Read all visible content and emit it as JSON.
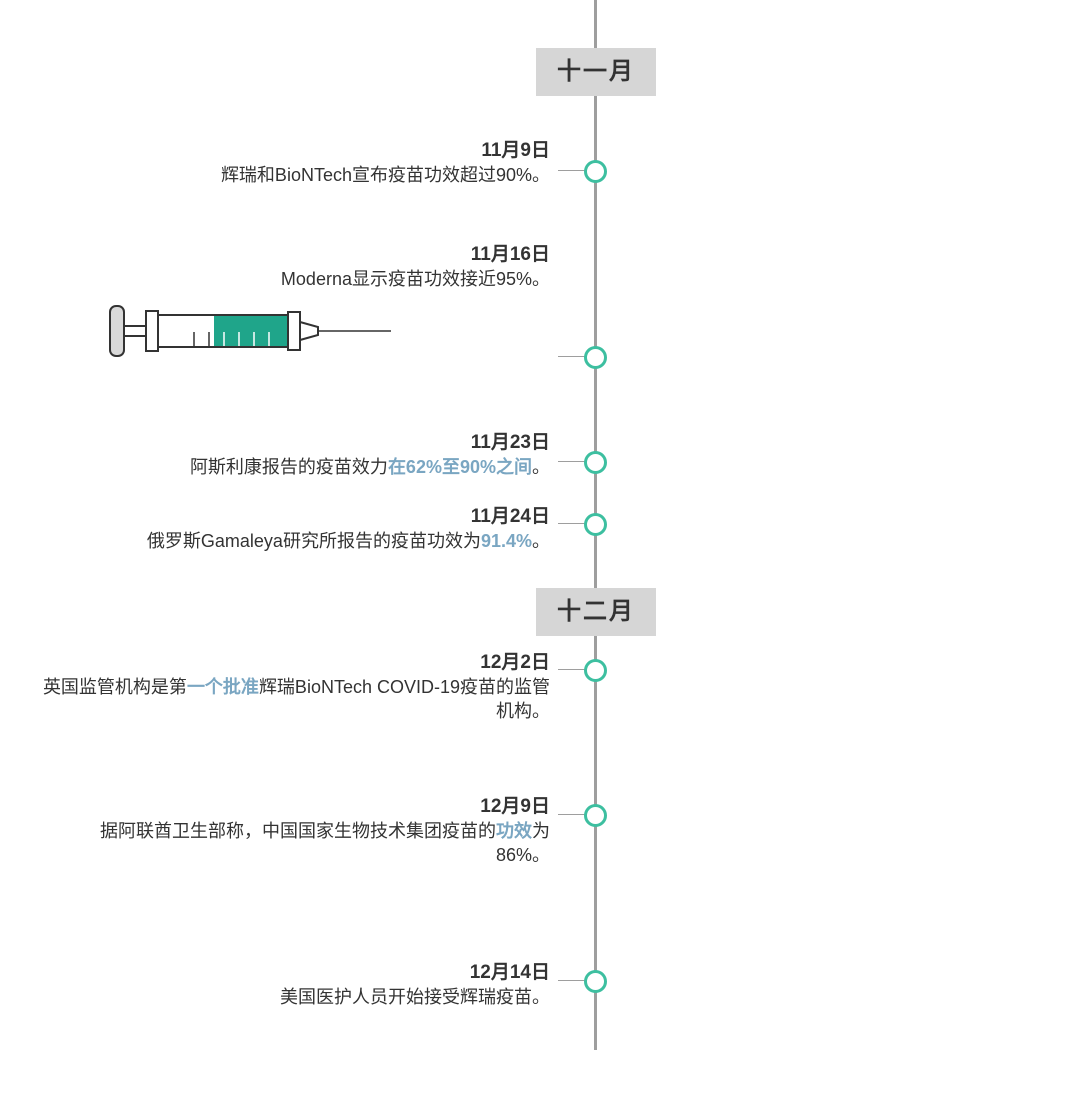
{
  "months": [
    {
      "label": "十一月"
    },
    {
      "label": "十二月"
    }
  ],
  "events": [
    {
      "date": "11月9日",
      "parts": [
        {
          "text": "辉瑞和BioNTech宣布疫苗功效超过90%。",
          "hl": false
        }
      ]
    },
    {
      "date": "11月16日",
      "parts": [
        {
          "text": "Moderna显示疫苗功效接近95%。",
          "hl": false
        }
      ]
    },
    {
      "date": "11月23日",
      "parts": [
        {
          "text": "阿斯利康报告的疫苗效力",
          "hl": false
        },
        {
          "text": "在62%至90%之间",
          "hl": true
        },
        {
          "text": "。",
          "hl": false
        }
      ]
    },
    {
      "date": "11月24日",
      "parts": [
        {
          "text": "俄罗斯Gamaleya研究所报告的疫苗功效为",
          "hl": false
        },
        {
          "text": "91.4%",
          "hl": true
        },
        {
          "text": "。",
          "hl": false
        }
      ]
    },
    {
      "date": "12月2日",
      "parts": [
        {
          "text": "英国监管机构是第",
          "hl": false
        },
        {
          "text": "一个批准",
          "hl": true
        },
        {
          "text": "辉瑞BioNTech COVID-19疫苗的监管机构。",
          "hl": false
        }
      ]
    },
    {
      "date": "12月9日",
      "parts": [
        {
          "text": "据阿联酋卫生部称，中国国家生物技术集团疫苗的",
          "hl": false
        },
        {
          "text": "功效",
          "hl": true
        },
        {
          "text": "为86%",
          "hl": false
        },
        {
          "text": "。",
          "hl": false
        }
      ]
    },
    {
      "date": "12月14日",
      "parts": [
        {
          "text": "美国医护人员开始接受辉瑞疫苗。",
          "hl": false
        }
      ]
    }
  ],
  "colors": {
    "axis": "#9e9e9e",
    "node_ring": "#3dbfa0",
    "highlight": "#7aa6c2",
    "month_bg": "#d6d6d6",
    "syringe_liquid": "#1fa58a"
  },
  "icons": [
    "syringe-icon"
  ]
}
